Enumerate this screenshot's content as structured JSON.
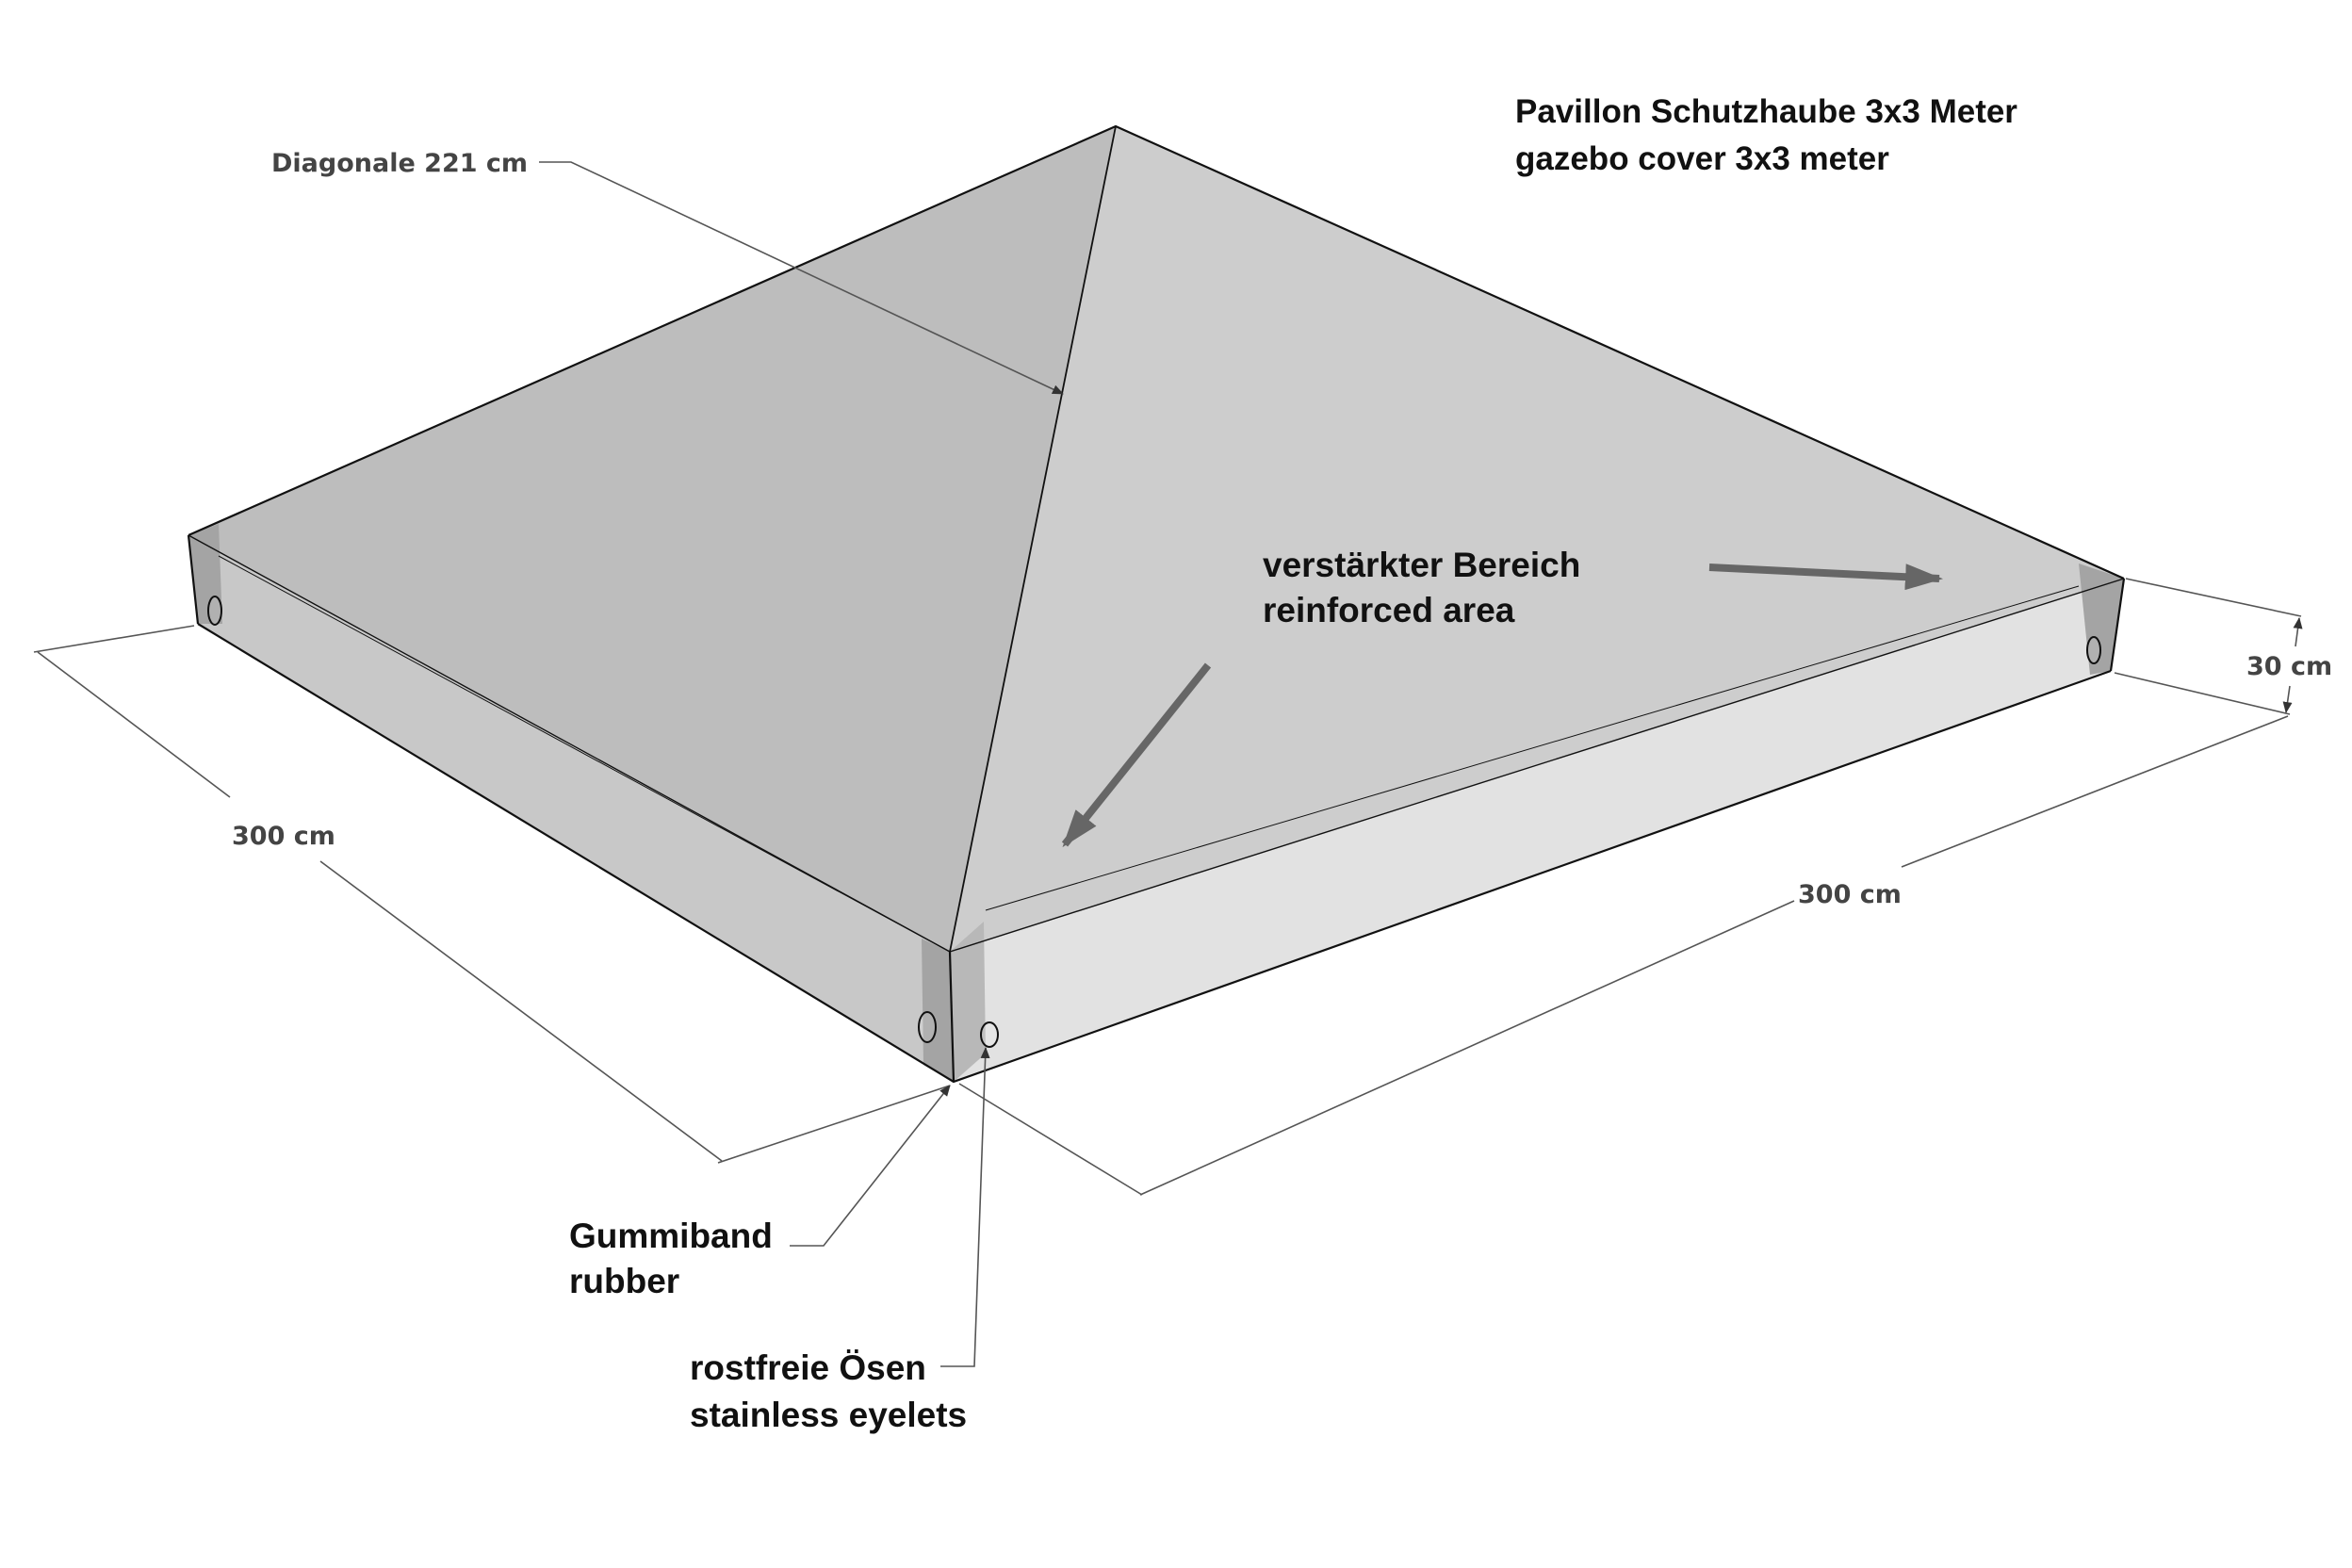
{
  "title": {
    "line1": "Pavillon Schutzhaube 3x3 Meter",
    "line2": "gazebo cover 3x3 meter"
  },
  "labels": {
    "diagonal": "Diagonale 221 cm",
    "width_left": "300 cm",
    "width_right": "300 cm",
    "height": "30 cm",
    "reinforced_de": "verstärkter Bereich",
    "reinforced_en": "reinforced area",
    "rubber_de": "Gummiband",
    "rubber_en": "rubber",
    "eyelets_de": "rostfreie Ösen",
    "eyelets_en": "stainless eyelets"
  },
  "colors": {
    "roof_left": "#bdbdbd",
    "roof_right": "#cdcdcd",
    "side_left": "#c8c8c8",
    "side_right": "#e2e2e2",
    "corner_reinforcement": "#a4a4a4",
    "arrow": "#666666"
  }
}
